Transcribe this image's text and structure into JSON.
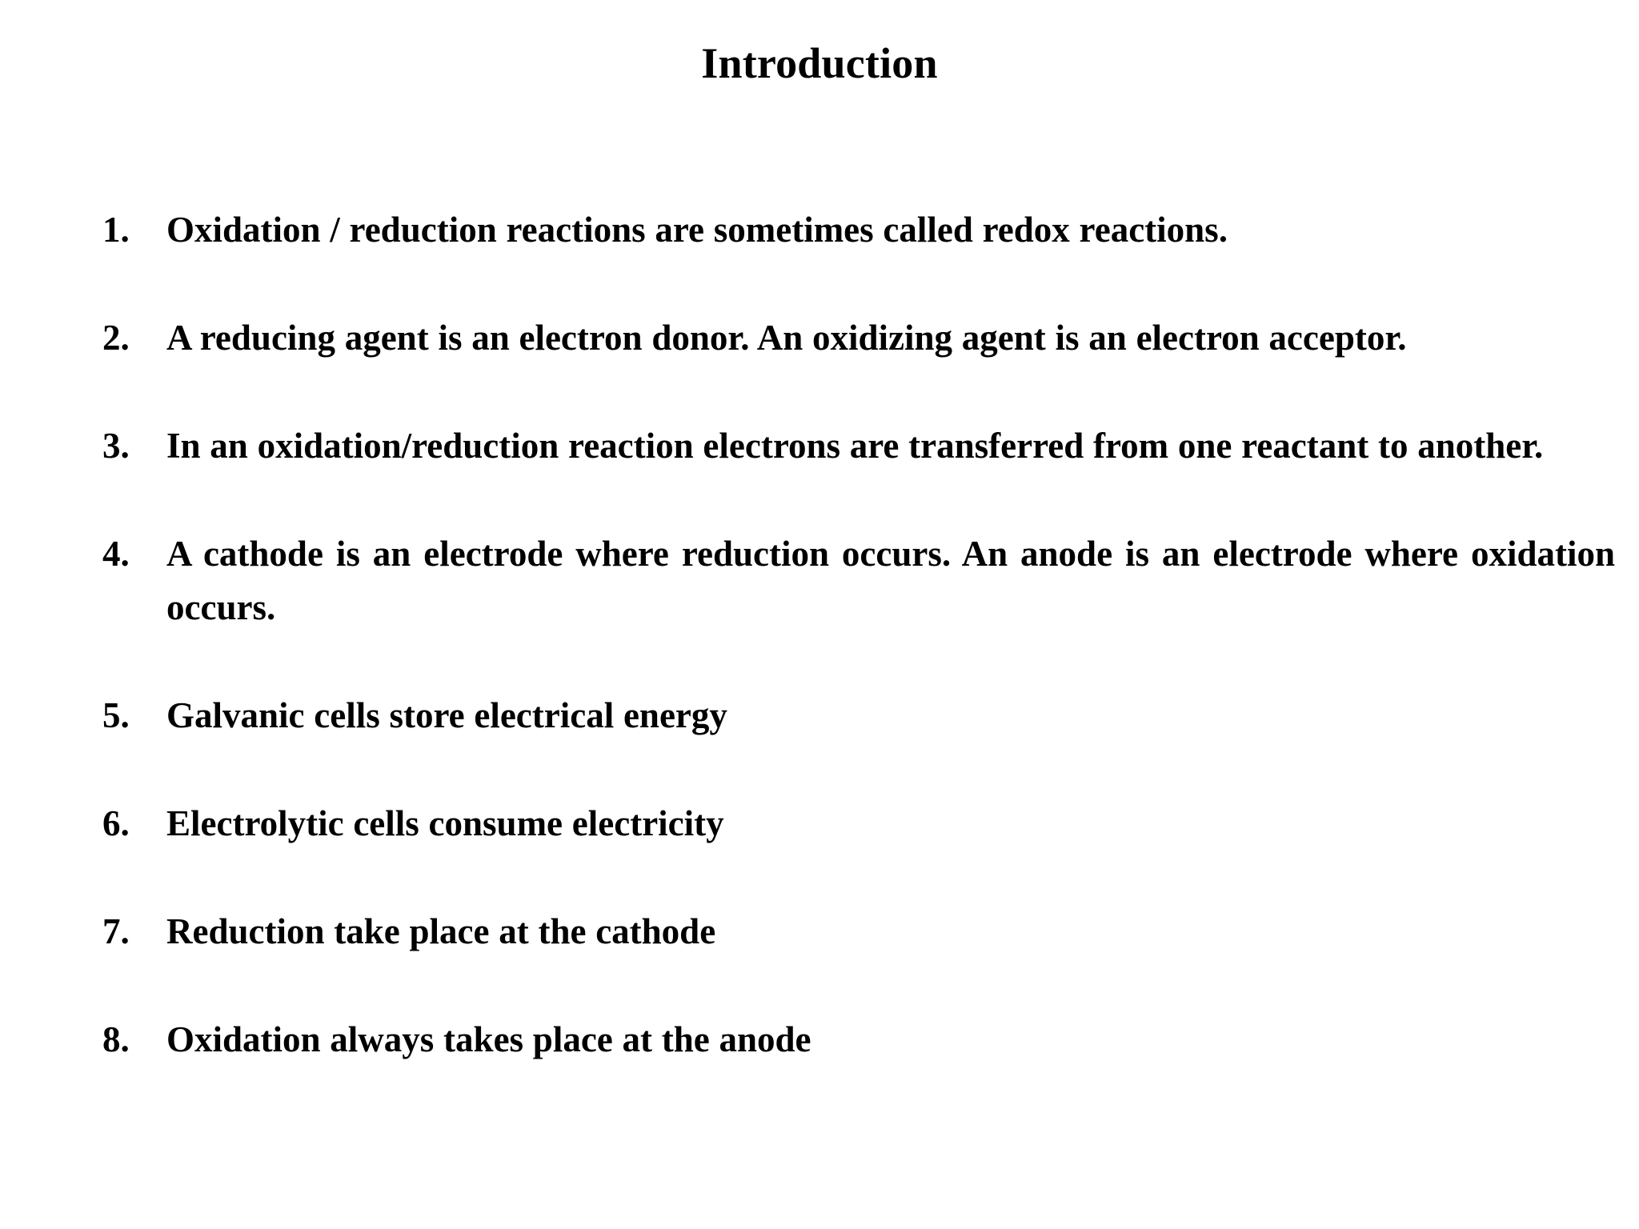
{
  "slide": {
    "title": "Introduction",
    "background_color": "#ffffff",
    "text_color": "#000000",
    "items": [
      {
        "number": "1.",
        "text": "Oxidation / reduction reactions are sometimes called redox reactions.",
        "wraps": false
      },
      {
        "number": "2.",
        "text": "A reducing agent is an electron donor. An oxidizing agent is an electron acceptor.",
        "wraps": true
      },
      {
        "number": "3.",
        "text": "In an oxidation/reduction reaction electrons are transferred from one reactant to another.",
        "wraps": true
      },
      {
        "number": "4.",
        "text": "A cathode is an electrode where reduction occurs. An anode is an electrode where oxidation occurs.",
        "wraps": true
      },
      {
        "number": "5.",
        "text": "Galvanic cells store electrical energy",
        "wraps": false
      },
      {
        "number": "6.",
        "text": "Electrolytic cells consume electricity",
        "wraps": false
      },
      {
        "number": "7.",
        "text": "Reduction take place at the cathode",
        "wraps": false
      },
      {
        "number": "8.",
        "text": "Oxidation always takes place at the anode",
        "wraps": false
      }
    ]
  }
}
